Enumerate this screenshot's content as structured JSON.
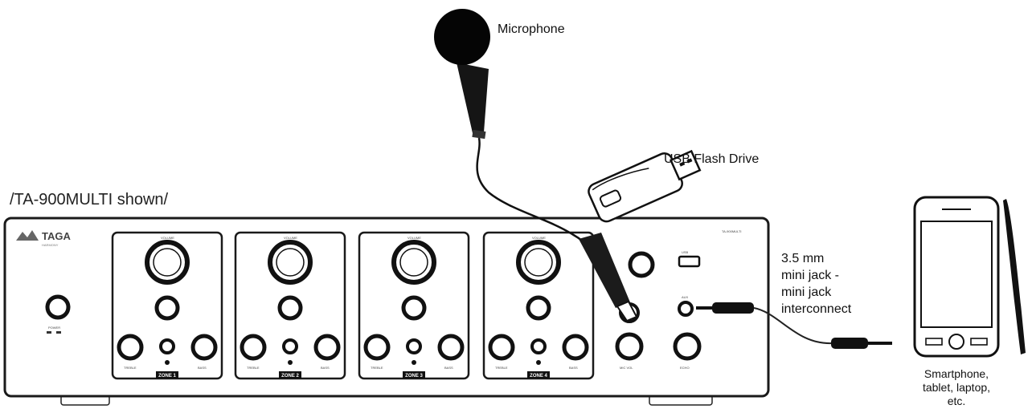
{
  "labels": {
    "microphone": "Microphone",
    "usb_flash_drive": "USB Flash Drive",
    "model_note": "/TA-900MULTI shown/",
    "cable_lines": [
      "3.5 mm",
      "mini jack -",
      "mini jack",
      "interconnect"
    ],
    "device_lines": [
      "Smartphone,",
      "tablet, laptop,",
      "etc."
    ]
  },
  "amplifier": {
    "brand": "TAGA",
    "zones": [
      "ZONE 1",
      "ZONE 2",
      "ZONE 3",
      "ZONE 4"
    ],
    "knob_labels": {
      "volume": "VOLUME",
      "treble": "TREBLE",
      "bass": "BASS",
      "power": "POWER"
    }
  }
}
